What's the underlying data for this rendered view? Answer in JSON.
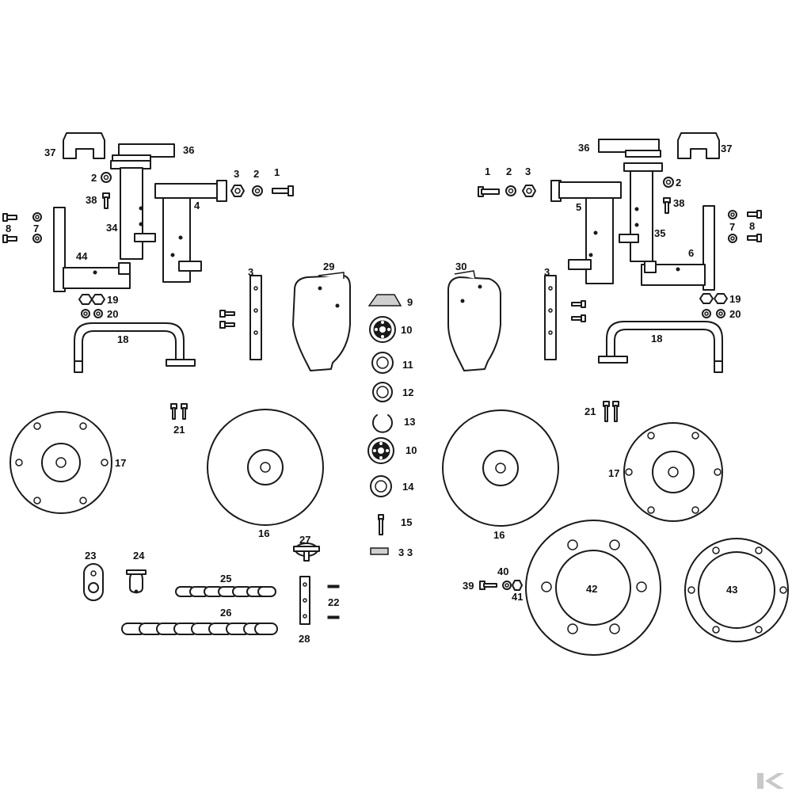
{
  "labels": [
    {
      "id": "l37a",
      "text": "37"
    },
    {
      "id": "l36a",
      "text": "36"
    },
    {
      "id": "l3a",
      "text": "3"
    },
    {
      "id": "l2a",
      "text": "2"
    },
    {
      "id": "l1a",
      "text": "1"
    },
    {
      "id": "l2b",
      "text": "2"
    },
    {
      "id": "l38a",
      "text": "38"
    },
    {
      "id": "l4",
      "text": "4"
    },
    {
      "id": "l8a",
      "text": "8"
    },
    {
      "id": "l7a",
      "text": "7"
    },
    {
      "id": "l34",
      "text": "34"
    },
    {
      "id": "l44",
      "text": "44"
    },
    {
      "id": "l3b",
      "text": "3"
    },
    {
      "id": "l29",
      "text": "29"
    },
    {
      "id": "l19a",
      "text": "19"
    },
    {
      "id": "l20a",
      "text": "20"
    },
    {
      "id": "l18a",
      "text": "18"
    },
    {
      "id": "l21a",
      "text": "21"
    },
    {
      "id": "l17a",
      "text": "17"
    },
    {
      "id": "l16a",
      "text": "16"
    },
    {
      "id": "l23",
      "text": "23"
    },
    {
      "id": "l24",
      "text": "24"
    },
    {
      "id": "l25",
      "text": "25"
    },
    {
      "id": "l26",
      "text": "26"
    },
    {
      "id": "l27",
      "text": "27"
    },
    {
      "id": "l22",
      "text": "22"
    },
    {
      "id": "l28",
      "text": "28"
    },
    {
      "id": "l9",
      "text": "9"
    },
    {
      "id": "l10a",
      "text": "10"
    },
    {
      "id": "l11",
      "text": "11"
    },
    {
      "id": "l12",
      "text": "12"
    },
    {
      "id": "l13",
      "text": "13"
    },
    {
      "id": "l10b",
      "text": "10"
    },
    {
      "id": "l14",
      "text": "14"
    },
    {
      "id": "l15",
      "text": "15"
    },
    {
      "id": "l33",
      "text": "3 3"
    },
    {
      "id": "l36b",
      "text": "36"
    },
    {
      "id": "l37b",
      "text": "37"
    },
    {
      "id": "l1b",
      "text": "1"
    },
    {
      "id": "l2c",
      "text": "2"
    },
    {
      "id": "l3c",
      "text": "3"
    },
    {
      "id": "l2d",
      "text": "2"
    },
    {
      "id": "l38b",
      "text": "38"
    },
    {
      "id": "l5",
      "text": "5"
    },
    {
      "id": "l35",
      "text": "35"
    },
    {
      "id": "l7b",
      "text": "7"
    },
    {
      "id": "l8b",
      "text": "8"
    },
    {
      "id": "l6",
      "text": "6"
    },
    {
      "id": "l30",
      "text": "30"
    },
    {
      "id": "l3d",
      "text": "3"
    },
    {
      "id": "l19b",
      "text": "19"
    },
    {
      "id": "l20b",
      "text": "20"
    },
    {
      "id": "l18b",
      "text": "18"
    },
    {
      "id": "l21b",
      "text": "21"
    },
    {
      "id": "l17b",
      "text": "17"
    },
    {
      "id": "l16b",
      "text": "16"
    },
    {
      "id": "l40",
      "text": "40"
    },
    {
      "id": "l39",
      "text": "39"
    },
    {
      "id": "l41",
      "text": "41"
    },
    {
      "id": "l42",
      "text": "42"
    },
    {
      "id": "l43",
      "text": "43"
    }
  ],
  "colors": {
    "ink": "#1a1a1a",
    "paper": "#ffffff",
    "logo": "#c8c8c8"
  }
}
